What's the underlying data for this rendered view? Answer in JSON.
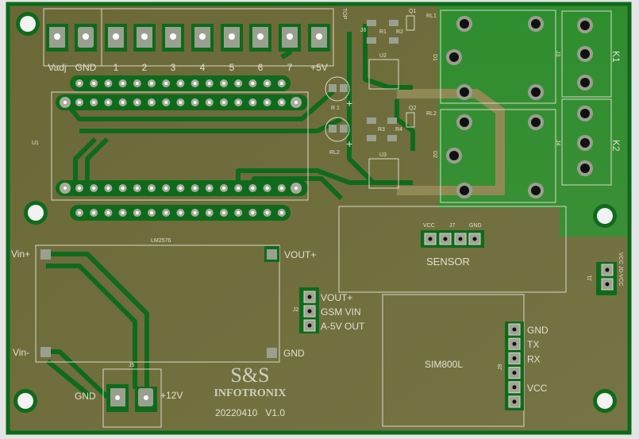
{
  "board": {
    "colors": {
      "substrate": "#6e6d3c",
      "copper": "#2f8a2f",
      "trace": "#0f6a1c",
      "silk": "#e0e0d0",
      "pad": "#9aa090"
    },
    "top_connector": {
      "labels": [
        "Vadj",
        "GND",
        "1",
        "2",
        "3",
        "4",
        "5",
        "6",
        "7",
        "+5V"
      ],
      "ref": "TOP"
    },
    "u1_ref": "U1",
    "relay_section": {
      "refs": {
        "q1": "Q1",
        "q2": "Q2",
        "rl1": "RL1",
        "rl2": "RL2",
        "u2": "U2",
        "u3": "U3",
        "d1": "D1",
        "d2": "D2",
        "r1": "R1",
        "r2": "R2",
        "r3": "R3",
        "r4": "R4",
        "j3": "J3",
        "j4": "J4",
        "j6": "J6",
        "k1": "K1",
        "k2": "K2",
        "led1": "R 1",
        "led2": "RL2"
      }
    },
    "lm2576": {
      "ref": "LM2576",
      "vin_plus": "Vin+",
      "vin_minus": "Vin-",
      "vout_plus": "VOUT+",
      "gnd": "GND"
    },
    "power_jack": {
      "ref": "J5",
      "gnd": "GND",
      "vplus": "+12V"
    },
    "j2": {
      "ref": "J2",
      "pins": [
        "VOUT+",
        "GSM VIN",
        "A-5V OUT"
      ]
    },
    "sensor": {
      "title": "SENSOR",
      "ref": "J7",
      "vcc": "VCC",
      "gnd": "GND"
    },
    "j1": {
      "ref": "J1",
      "label": "VCC  JD-VCC"
    },
    "sim800l": {
      "title": "SIM800L",
      "ref": "J9",
      "pins": [
        "GND",
        "TX",
        "RX",
        "",
        "VCC",
        ""
      ]
    },
    "logo": {
      "brand": "S&S",
      "company": "INFOTRONIX",
      "version": "20220410   V1.0"
    }
  }
}
